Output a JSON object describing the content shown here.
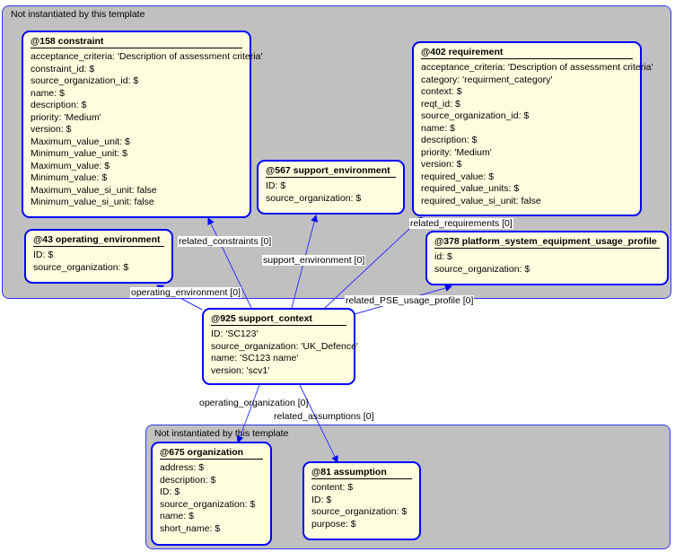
{
  "groups": [
    {
      "label": "Not instantiated by this template"
    },
    {
      "label": "Not instantiated by this template"
    }
  ],
  "nodes": [
    {
      "title": "@158 constraint",
      "attrs": [
        "acceptance_criteria: 'Description of assessment criteria'",
        "constraint_id: $",
        "source_organization_id: $",
        "name: $",
        "description: $",
        "priority: 'Medium'",
        "version: $",
        "Maximum_value_unit: $",
        "Minimum_value_unit: $",
        "Maximum_value: $",
        "Minimum_value: $",
        "Maximum_value_si_unit: false",
        "Minimum_value_si_unit: false"
      ]
    },
    {
      "title": "@402 requirement",
      "attrs": [
        "acceptance_criteria: 'Description of assessment criteria'",
        "category: 'requirment_category'",
        "context: $",
        "reqt_id: $",
        "source_organization_id: $",
        "name: $",
        "description: $",
        "priority: 'Medium'",
        "version: $",
        "required_value: $",
        "required_value_units: $",
        "required_value_si_unit: false"
      ]
    },
    {
      "title": "@567 support_environment",
      "attrs": [
        "ID: $",
        "source_organization: $"
      ]
    },
    {
      "title": "@43 operating_environment",
      "attrs": [
        "ID: $",
        "source_organization: $"
      ]
    },
    {
      "title": "@378 platform_system_equipment_usage_profile",
      "attrs": [
        "id: $",
        "source_organization: $"
      ]
    },
    {
      "title": "@925 support_context",
      "attrs": [
        "ID: 'SC123'",
        "source_organization: 'UK_Defence'",
        "name: 'SC123 name'",
        "version: 'scv1'"
      ]
    },
    {
      "title": "@675 organization",
      "attrs": [
        "address: $",
        "description: $",
        "ID: $",
        "source_organization: $",
        "name: $",
        "short_name: $"
      ]
    },
    {
      "title": "@81 assumption",
      "attrs": [
        "content: $",
        "ID: $",
        "source_organization: $",
        "purpose: $"
      ]
    }
  ],
  "edges": [
    {
      "label": "related_constraints [0]"
    },
    {
      "label": "support_environment [0]"
    },
    {
      "label": "related_requirements [0]"
    },
    {
      "label": "operating_environment [0]"
    },
    {
      "label": "related_PSE_usage_profile [0]"
    },
    {
      "label": "operating_organization [0]"
    },
    {
      "label": "related_assumptions [0]"
    }
  ]
}
